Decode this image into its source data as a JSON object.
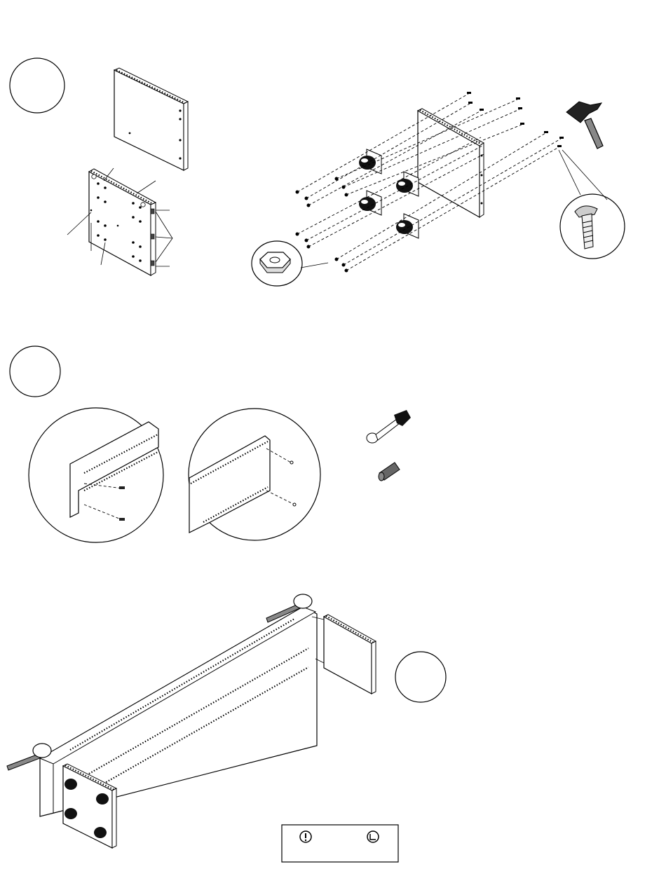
{
  "steps": [
    {
      "id": "step-1",
      "label": ""
    },
    {
      "id": "step-2",
      "label": ""
    },
    {
      "id": "step-3",
      "label": ""
    }
  ],
  "icons": {
    "hammer": "hammer-icon",
    "screwdriver": "screwdriver-icon",
    "carriage_bolt": "carriage-bolt-icon",
    "hex_nut": "hex-nut-icon",
    "dowel": "dowel-icon",
    "caution": "caution-icon",
    "corner_check": "corner-check-icon"
  },
  "notice": {
    "text": ""
  },
  "colors": {
    "line": "#000000",
    "background": "#ffffff",
    "metal_grey": "#888888",
    "dark_part": "#111111"
  }
}
